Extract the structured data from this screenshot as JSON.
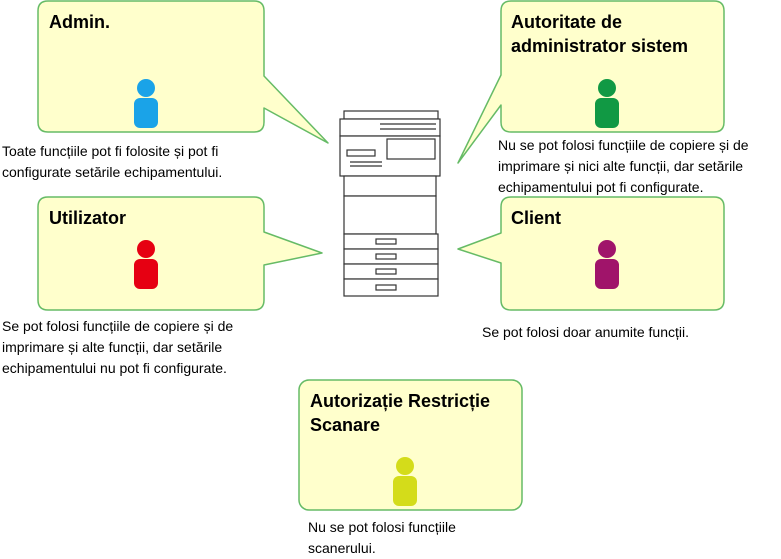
{
  "roles": {
    "admin": {
      "title": "Admin.",
      "description": "Toate funcțiile pot fi folosite și pot fi configurate setările echipamentului.",
      "color": "#1aa3e8"
    },
    "system_admin": {
      "title": "Autoritate de administrator sistem",
      "description": "Nu se pot folosi funcțiile de copiere și de imprimare și nici alte funcții, dar setările echipamentului pot fi configurate.",
      "color": "#119944"
    },
    "user": {
      "title": "Utilizator",
      "description": "Se pot folosi funcțiile de copiere și de imprimare și alte funcții, dar setările echipamentului nu pot fi configurate.",
      "color": "#e60012"
    },
    "client": {
      "title": "Client",
      "description": "Se pot folosi doar anumite funcții.",
      "color": "#a0146a"
    },
    "scan_restriction": {
      "title": "Autorizație Restricție Scanare",
      "description": "Nu se pot folosi funcțiile scanerului.",
      "color": "#d4dc1a"
    }
  },
  "colors": {
    "bubble_fill": "#ffffcc",
    "bubble_stroke": "#66bb66",
    "device_stroke": "#333333"
  },
  "icons": {
    "person": "person-icon",
    "device": "multifunction-printer-icon"
  }
}
